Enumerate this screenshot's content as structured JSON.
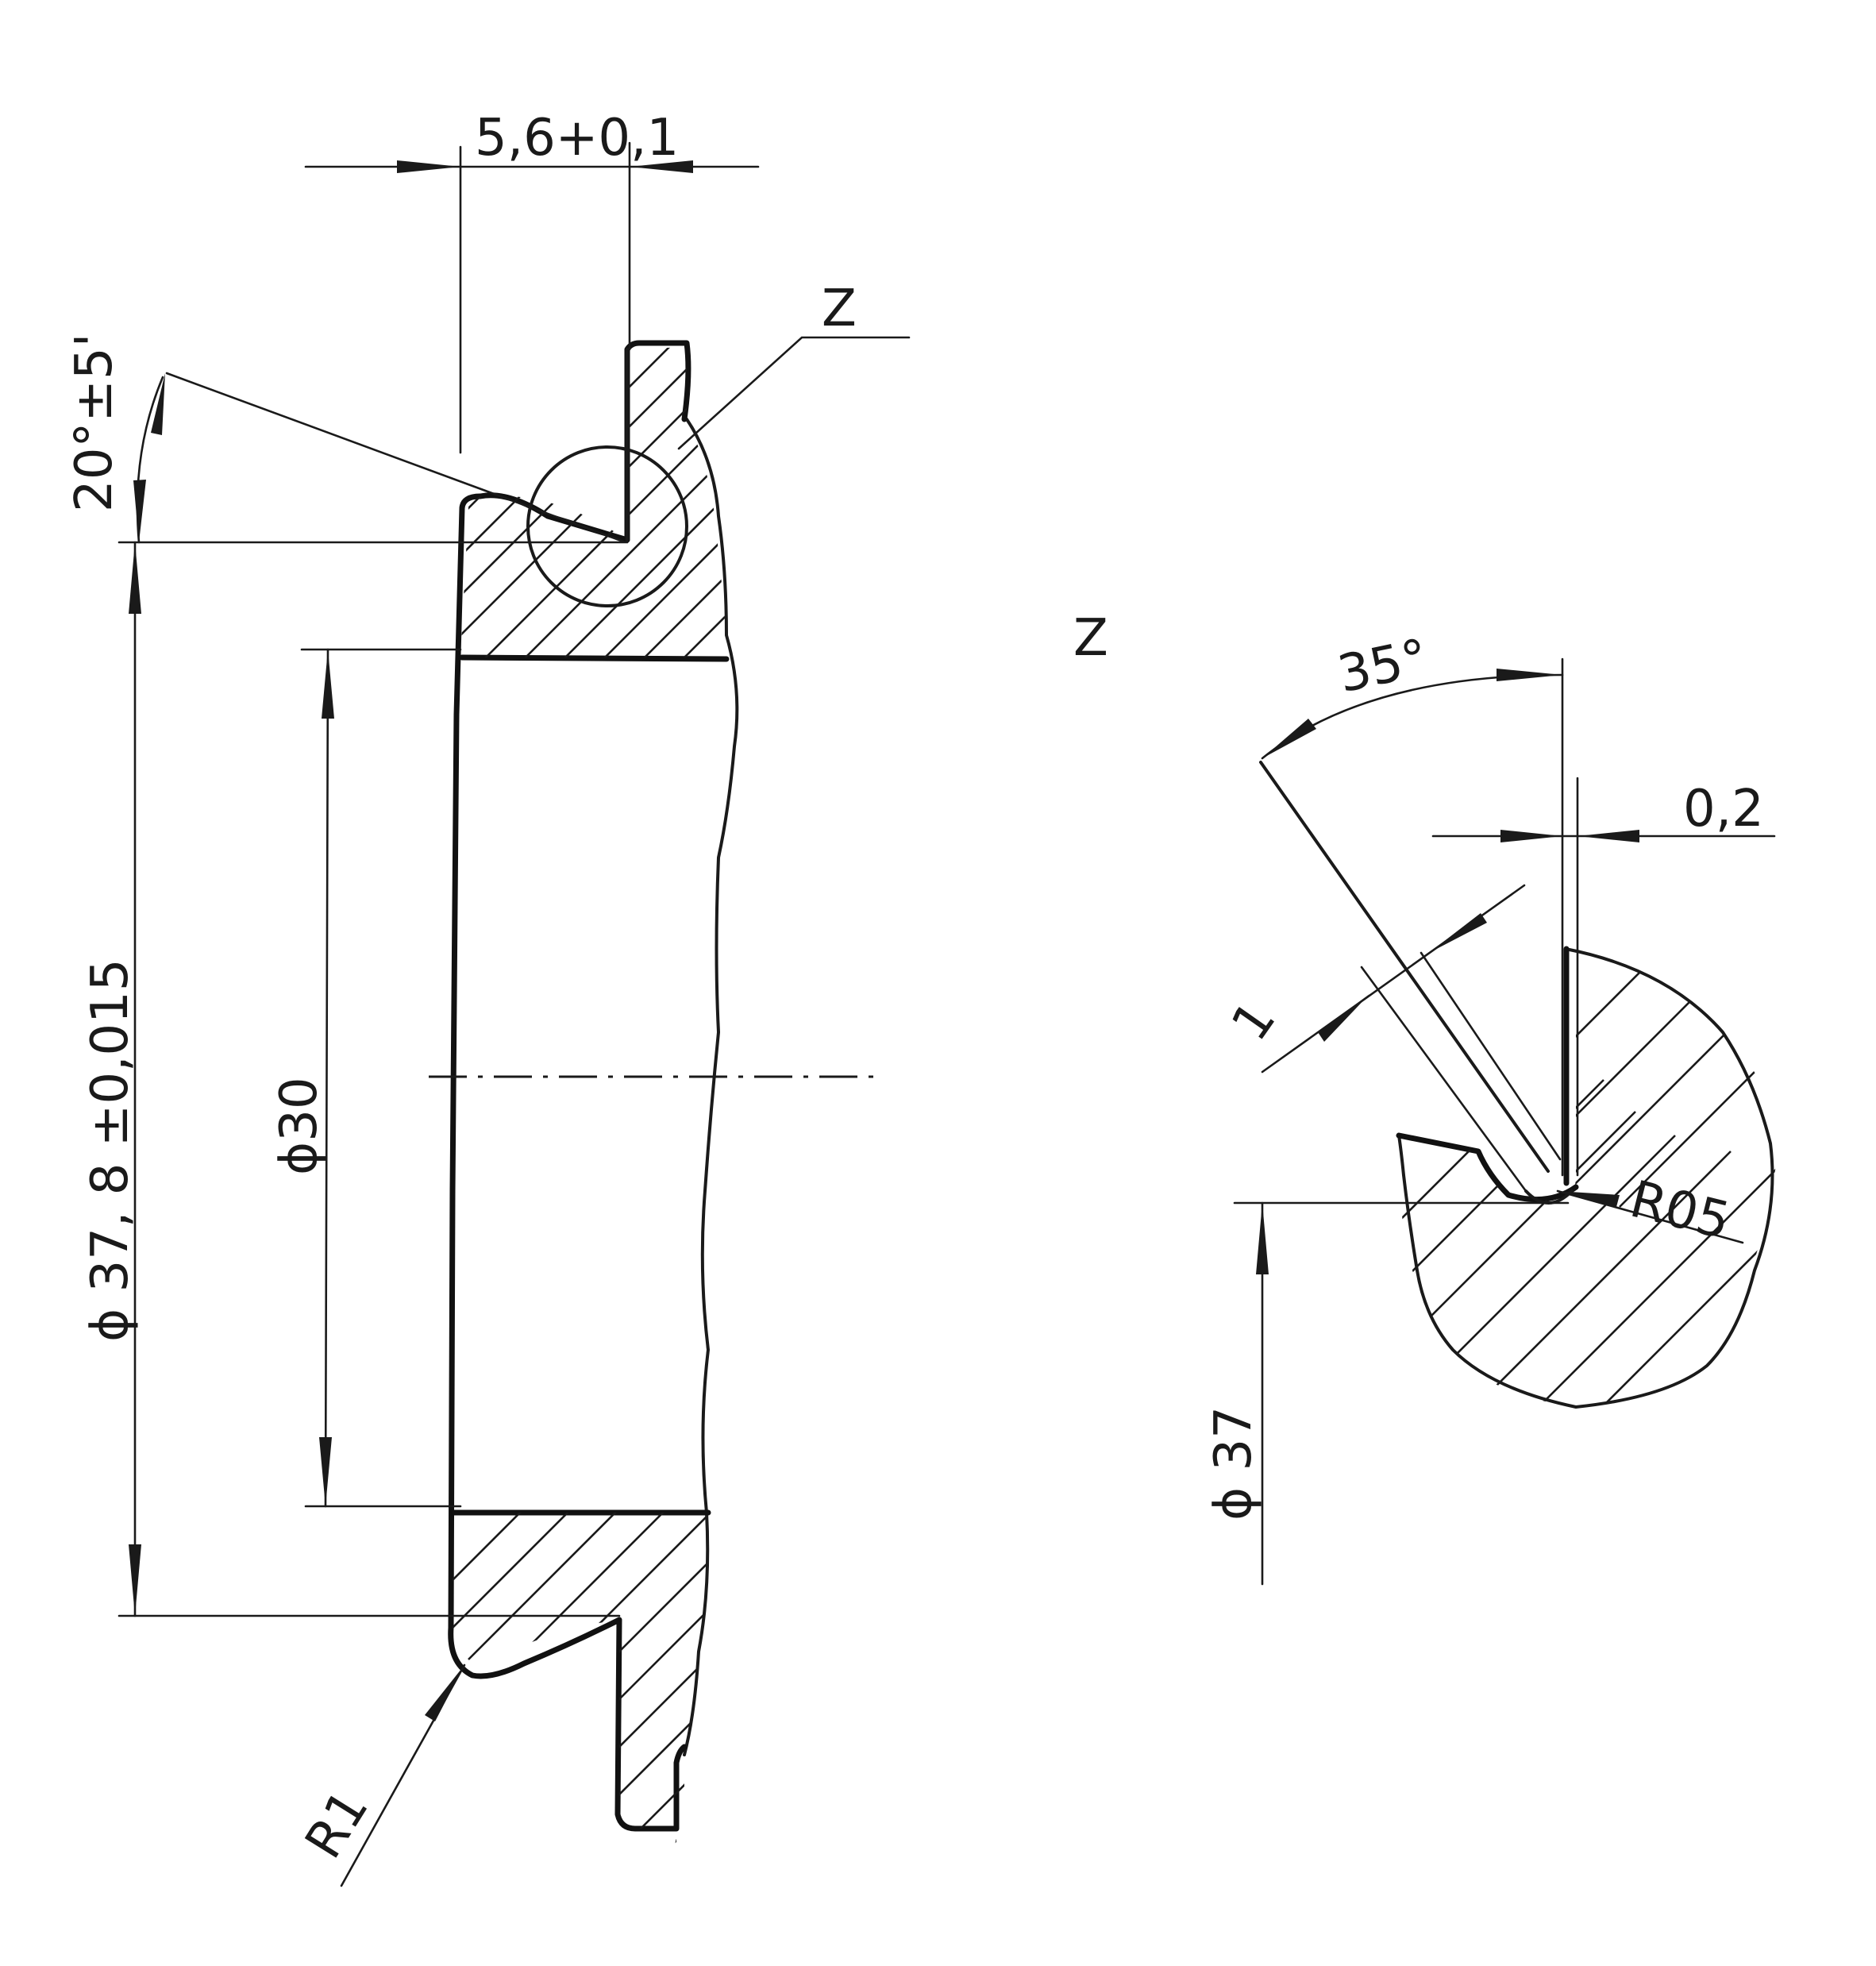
{
  "labels": {
    "width_dim": "5,6+0,1",
    "angle_dim": "20°±5'",
    "detail_ref": "Z",
    "outer_dia": "ϕ 37, 8 ±0,015",
    "bore_dia": "ϕ30",
    "radius_main": "R1",
    "detail_title": "Z",
    "detail_angle": "35°",
    "detail_offset": "0,2",
    "detail_width": "1",
    "detail_radius": "R05",
    "detail_dia": "ϕ 37"
  }
}
